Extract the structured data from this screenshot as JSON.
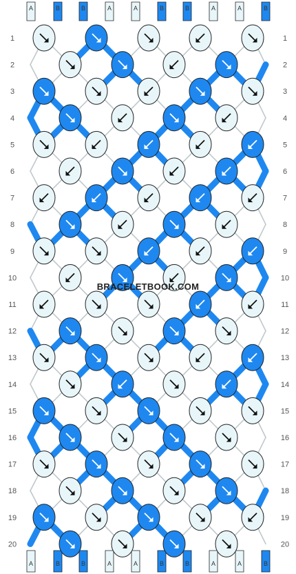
{
  "colors": {
    "A": "#e8f6fa",
    "B": "#1e88f0",
    "outline": "#222222",
    "arrow": "#111111"
  },
  "top_strands": [
    "A",
    "B",
    "B",
    "A",
    "A",
    "B",
    "B",
    "A",
    "A",
    "B"
  ],
  "bottom_strands": [
    "A",
    "B",
    "B",
    "A",
    "A",
    "B",
    "B",
    "A",
    "A",
    "B"
  ],
  "row_labels": [
    "1",
    "2",
    "3",
    "4",
    "5",
    "6",
    "7",
    "8",
    "9",
    "10",
    "11",
    "12",
    "13",
    "14",
    "15",
    "16",
    "17",
    "18",
    "19",
    "20"
  ],
  "watermark": "BRACELETBOOK.COM",
  "knots": [
    [
      [
        "A",
        "f"
      ],
      [
        "B",
        "f"
      ],
      [
        "A",
        "f"
      ],
      [
        "A",
        "b"
      ],
      [
        "A",
        "f"
      ]
    ],
    [
      [
        "A",
        "f"
      ],
      [
        "B",
        "f"
      ],
      [
        "A",
        "b"
      ],
      [
        "B",
        "f"
      ]
    ],
    [
      [
        "B",
        "f"
      ],
      [
        "A",
        "f"
      ],
      [
        "A",
        "b"
      ],
      [
        "B",
        "f"
      ],
      [
        "A",
        "f"
      ]
    ],
    [
      [
        "B",
        "f"
      ],
      [
        "A",
        "b"
      ],
      [
        "B",
        "f"
      ],
      [
        "A",
        "b"
      ]
    ],
    [
      [
        "A",
        "f"
      ],
      [
        "A",
        "b"
      ],
      [
        "B",
        "b"
      ],
      [
        "A",
        "b"
      ],
      [
        "B",
        "b"
      ]
    ],
    [
      [
        "A",
        "b"
      ],
      [
        "B",
        "f"
      ],
      [
        "A",
        "b"
      ],
      [
        "B",
        "b"
      ]
    ],
    [
      [
        "A",
        "b"
      ],
      [
        "B",
        "b"
      ],
      [
        "A",
        "b"
      ],
      [
        "B",
        "b"
      ],
      [
        "A",
        "b"
      ]
    ],
    [
      [
        "B",
        "f"
      ],
      [
        "A",
        "b"
      ],
      [
        "B",
        "f"
      ],
      [
        "A",
        "b"
      ]
    ],
    [
      [
        "A",
        "f"
      ],
      [
        "A",
        "f"
      ],
      [
        "B",
        "b"
      ],
      [
        "A",
        "b"
      ],
      [
        "B",
        "b"
      ]
    ],
    [
      [
        "A",
        "b"
      ],
      [
        "B",
        "f"
      ],
      [
        "A",
        "b"
      ],
      [
        "B",
        "f"
      ]
    ],
    [
      [
        "A",
        "b"
      ],
      [
        "A",
        "f"
      ],
      [
        "A",
        "f"
      ],
      [
        "B",
        "b"
      ],
      [
        "A",
        "b"
      ]
    ],
    [
      [
        "B",
        "f"
      ],
      [
        "A",
        "f"
      ],
      [
        "B",
        "f"
      ],
      [
        "A",
        "f"
      ]
    ],
    [
      [
        "A",
        "f"
      ],
      [
        "B",
        "f"
      ],
      [
        "A",
        "f"
      ],
      [
        "A",
        "b"
      ],
      [
        "B",
        "b"
      ]
    ],
    [
      [
        "A",
        "f"
      ],
      [
        "B",
        "b"
      ],
      [
        "A",
        "f"
      ],
      [
        "B",
        "b"
      ]
    ],
    [
      [
        "B",
        "f"
      ],
      [
        "A",
        "f"
      ],
      [
        "B",
        "f"
      ],
      [
        "A",
        "f"
      ],
      [
        "A",
        "f"
      ]
    ],
    [
      [
        "B",
        "f"
      ],
      [
        "A",
        "f"
      ],
      [
        "B",
        "f"
      ],
      [
        "A",
        "f"
      ]
    ],
    [
      [
        "A",
        "f"
      ],
      [
        "B",
        "f"
      ],
      [
        "A",
        "f"
      ],
      [
        "B",
        "f"
      ],
      [
        "A",
        "f"
      ]
    ],
    [
      [
        "A",
        "f"
      ],
      [
        "B",
        "f"
      ],
      [
        "A",
        "f"
      ],
      [
        "B",
        "f"
      ]
    ],
    [
      [
        "B",
        "f"
      ],
      [
        "A",
        "f"
      ],
      [
        "B",
        "f"
      ],
      [
        "A",
        "f"
      ],
      [
        "A",
        "b"
      ]
    ],
    [
      [
        "B",
        "f"
      ],
      [
        "A",
        "f"
      ],
      [
        "B",
        "f"
      ],
      [
        "A",
        "f"
      ]
    ]
  ]
}
